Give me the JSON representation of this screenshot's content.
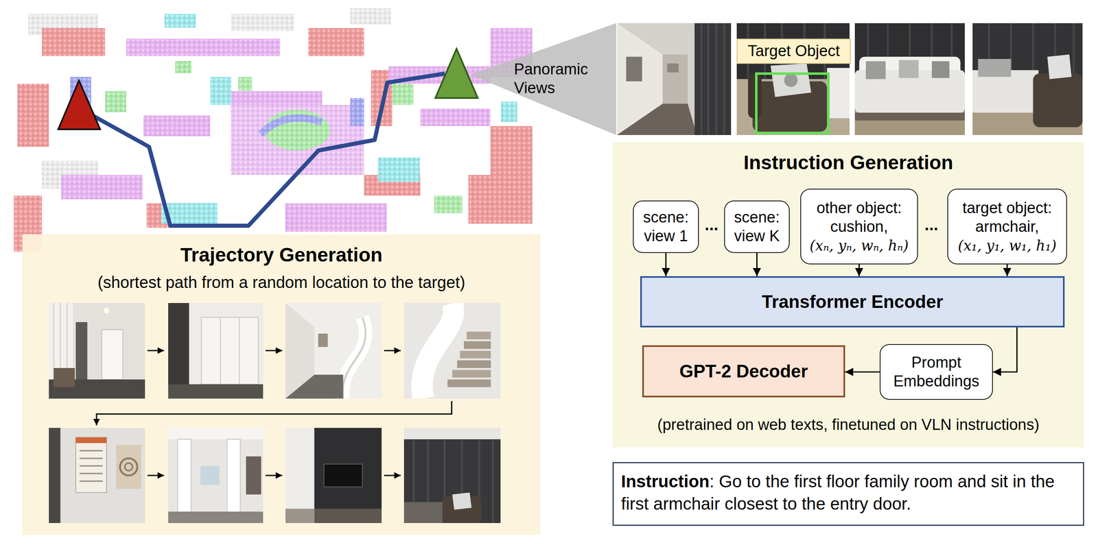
{
  "diagram": {
    "nodes": [
      {
        "text": [
          "Trajectory Generation",
          "(shortest path from a random location to the target)"
        ]
      },
      {
        "text": [
          "Target Object"
        ]
      },
      {
        "text": [
          "Instruction Generation",
          "(pretrained on web texts, finetuned on VLN instructions)"
        ]
      },
      {
        "text": [
          "scene: view 1"
        ],
        "in": 2
      },
      {
        "text": [
          "scene: view K"
        ],
        "in": 2
      },
      {
        "text": [
          "other object: cushion,",
          "(xₙ, yₙ, wₙ, hₙ)"
        ],
        "in": 2
      },
      {
        "text": [
          "target object: armchair,",
          "(x₁, y₁, w₁, h₁)"
        ],
        "in": 2
      },
      {
        "text": [
          "Transformer Encoder"
        ],
        "in": 2
      },
      {
        "text": [
          "GPT-2 Decoder"
        ],
        "in": 2
      },
      {
        "text": [
          "Prompt Embeddings"
        ],
        "in": 2
      },
      {
        "text": [
          "Instruction",
          ": Go to the first floor family room and sit in the first armchair closest to the entry door."
        ]
      }
    ],
    "edges": [
      {
        "from": 3,
        "to": 7,
        "arrow": "to"
      },
      {
        "from": 4,
        "to": 7,
        "arrow": "to"
      },
      {
        "from": 5,
        "to": 7,
        "arrow": "to"
      },
      {
        "from": 6,
        "to": 7,
        "arrow": "to"
      },
      {
        "from": 7,
        "to": 9,
        "arrow": "to"
      },
      {
        "from": 9,
        "to": 8,
        "arrow": "to"
      }
    ],
    "labels": [
      "Panoramic Views",
      "...",
      "..."
    ]
  }
}
